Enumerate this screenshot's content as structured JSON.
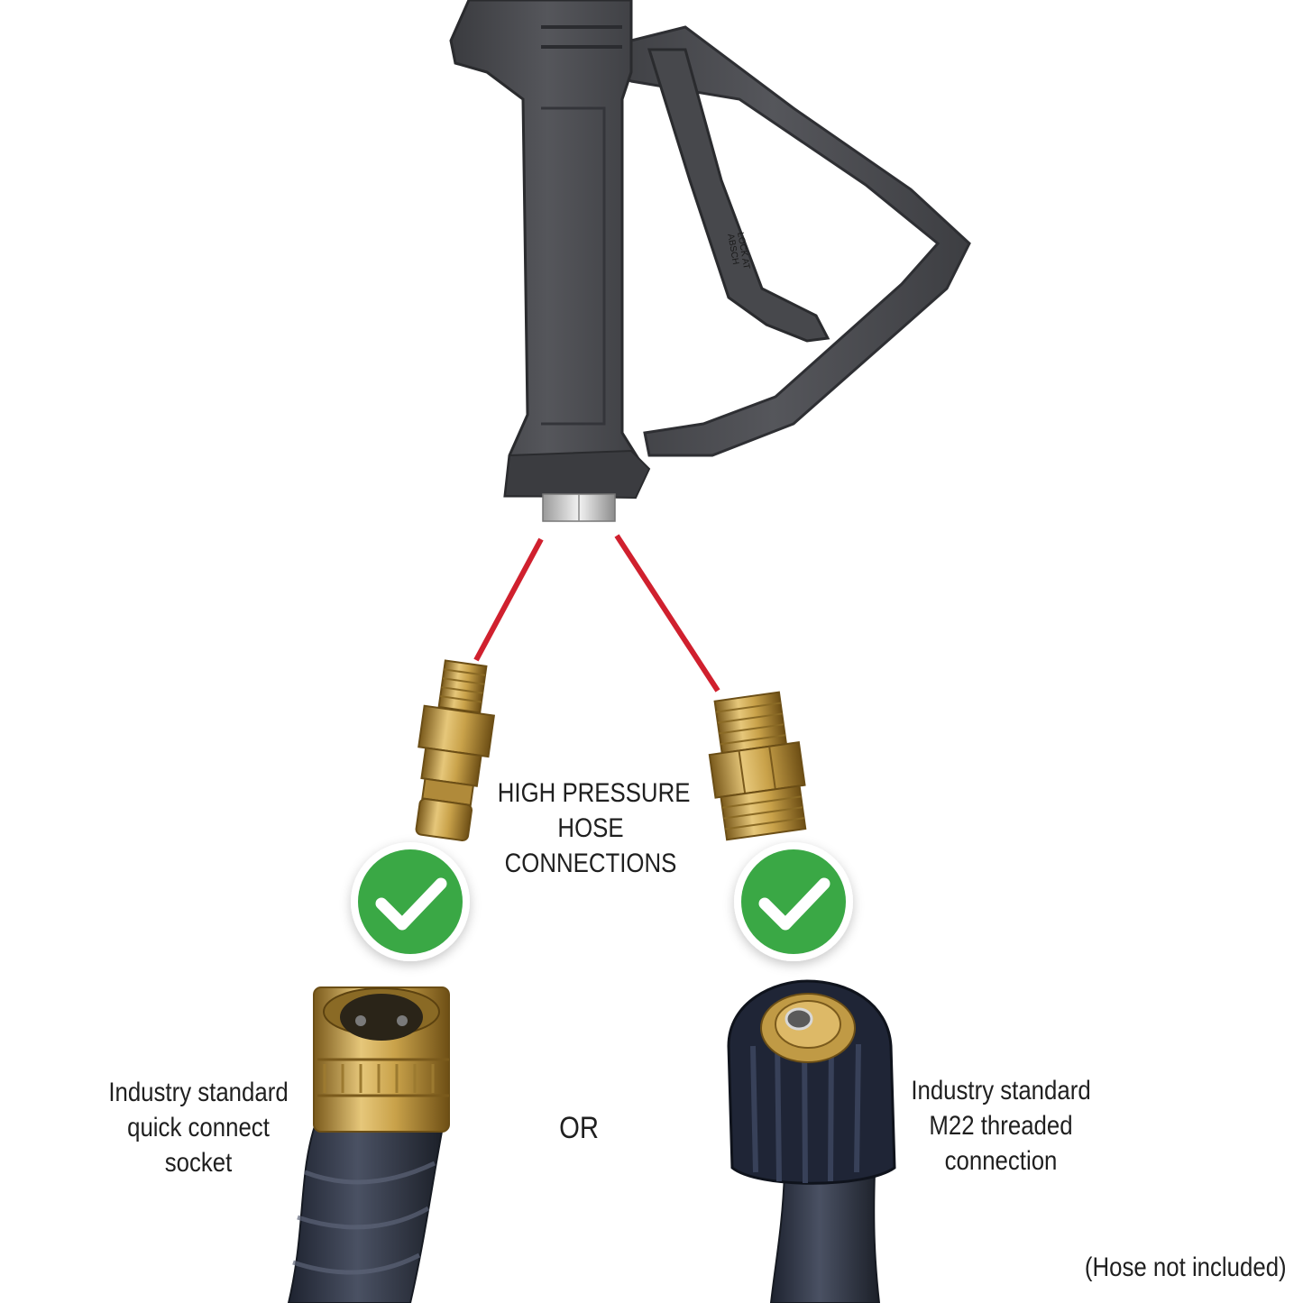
{
  "title": {
    "lines": [
      "HIGH PRESSURE",
      "HOSE",
      "CONNECTIONS"
    ]
  },
  "left_option": {
    "lines": [
      "Industry standard",
      "quick connect",
      "socket"
    ]
  },
  "right_option": {
    "lines": [
      "Industry standard",
      "M22 threaded",
      "connection"
    ]
  },
  "separator": "OR",
  "footnote": "(Hose not included)",
  "gun_marking": {
    "line1": "LOCK AT",
    "line2": "ABSCH"
  },
  "colors": {
    "gun": "#4a4b4f",
    "brass": "#c9a24a",
    "connector_line": "#d0202e",
    "check_green": "#3aa845",
    "hose": "#2c3240"
  },
  "icons": [
    "spray-gun-icon",
    "quick-connect-plug-icon",
    "m22-adapter-icon",
    "check-icon",
    "quick-connect-socket-icon",
    "m22-coupler-icon"
  ]
}
